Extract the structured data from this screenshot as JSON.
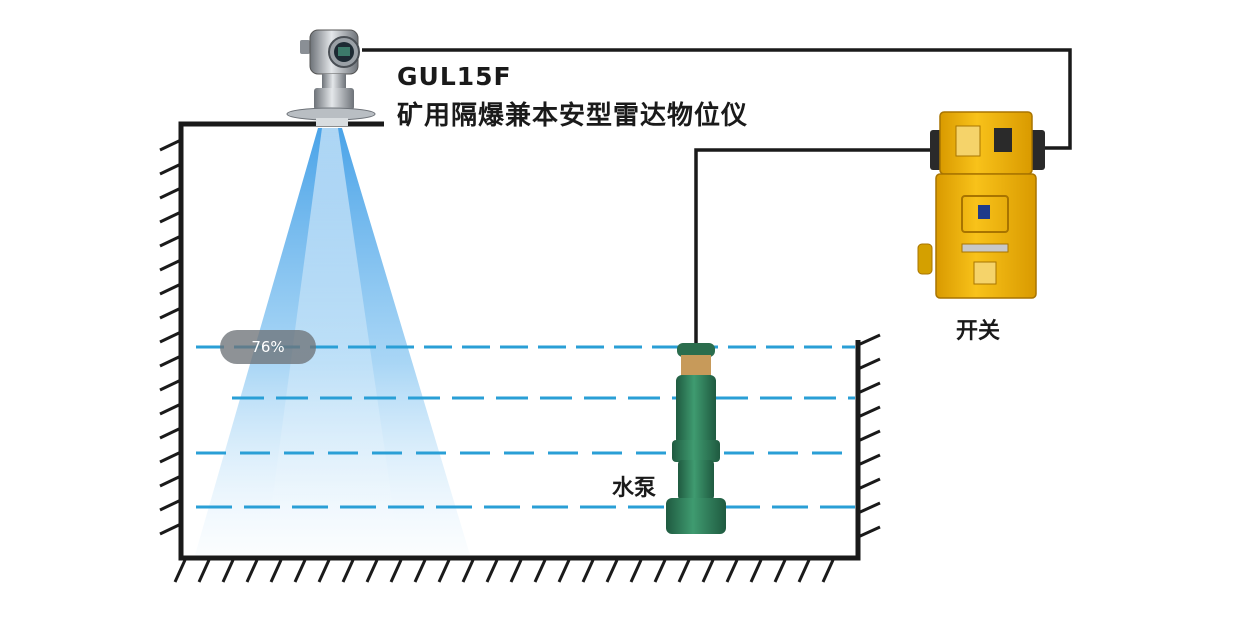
{
  "radar": {
    "model": "GUL15F",
    "name": "矿用隔爆兼本安型雷达物位仪",
    "icon": "radar-level-gauge-icon"
  },
  "switch": {
    "label": "开关",
    "icon": "explosion-proof-switch-icon",
    "color": "#f5b800"
  },
  "pump": {
    "label": "水泵",
    "icon": "submersible-pump-icon",
    "color": "#2e7d5b"
  },
  "level": {
    "label": "76%",
    "fraction": 0.76
  },
  "colors": {
    "beam": "#5aa9e6",
    "water_line": "#2a9fd6",
    "wall": "#1a1a1a",
    "cable": "#1a1a1a"
  }
}
